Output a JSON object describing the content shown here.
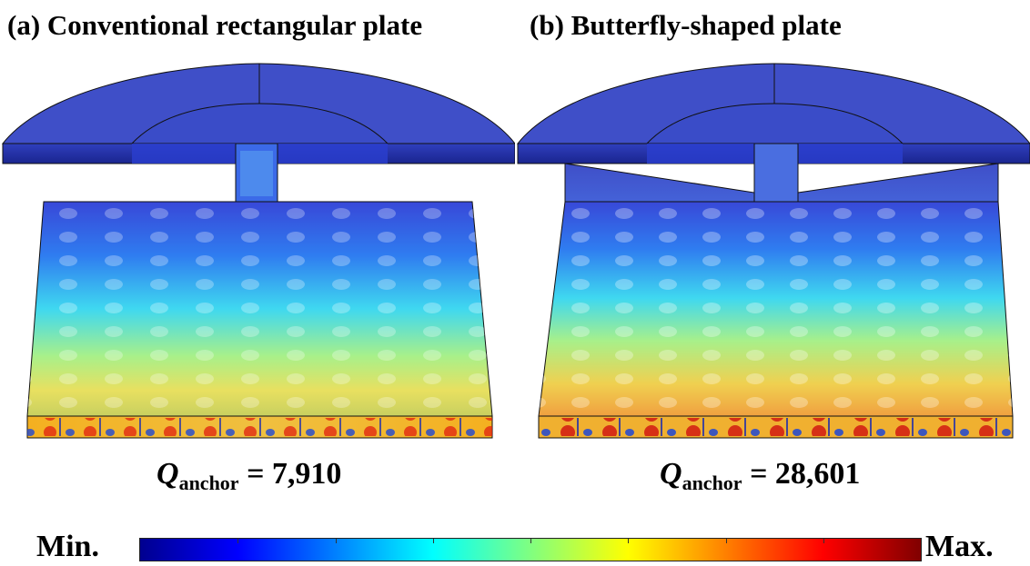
{
  "panels": [
    {
      "title": "(a) Conventional rectangular plate",
      "q_symbol": "Q",
      "q_subscript": "anchor",
      "q_value": "= 7,910"
    },
    {
      "title": "(b) Butterfly-shaped plate",
      "q_symbol": "Q",
      "q_subscript": "anchor",
      "q_value": "= 28,601"
    }
  ],
  "colorbar": {
    "min_label": "Min.",
    "max_label": "Max.",
    "colormap": "jet",
    "stops": [
      "#00008f",
      "#0000ff",
      "#0080ff",
      "#00ffff",
      "#80ff80",
      "#ffff00",
      "#ff8000",
      "#ff0000",
      "#800000"
    ]
  },
  "colors": {
    "structure_base": "#3f4fc8",
    "structure_dark": "#1a238e",
    "edge": "#111111"
  }
}
